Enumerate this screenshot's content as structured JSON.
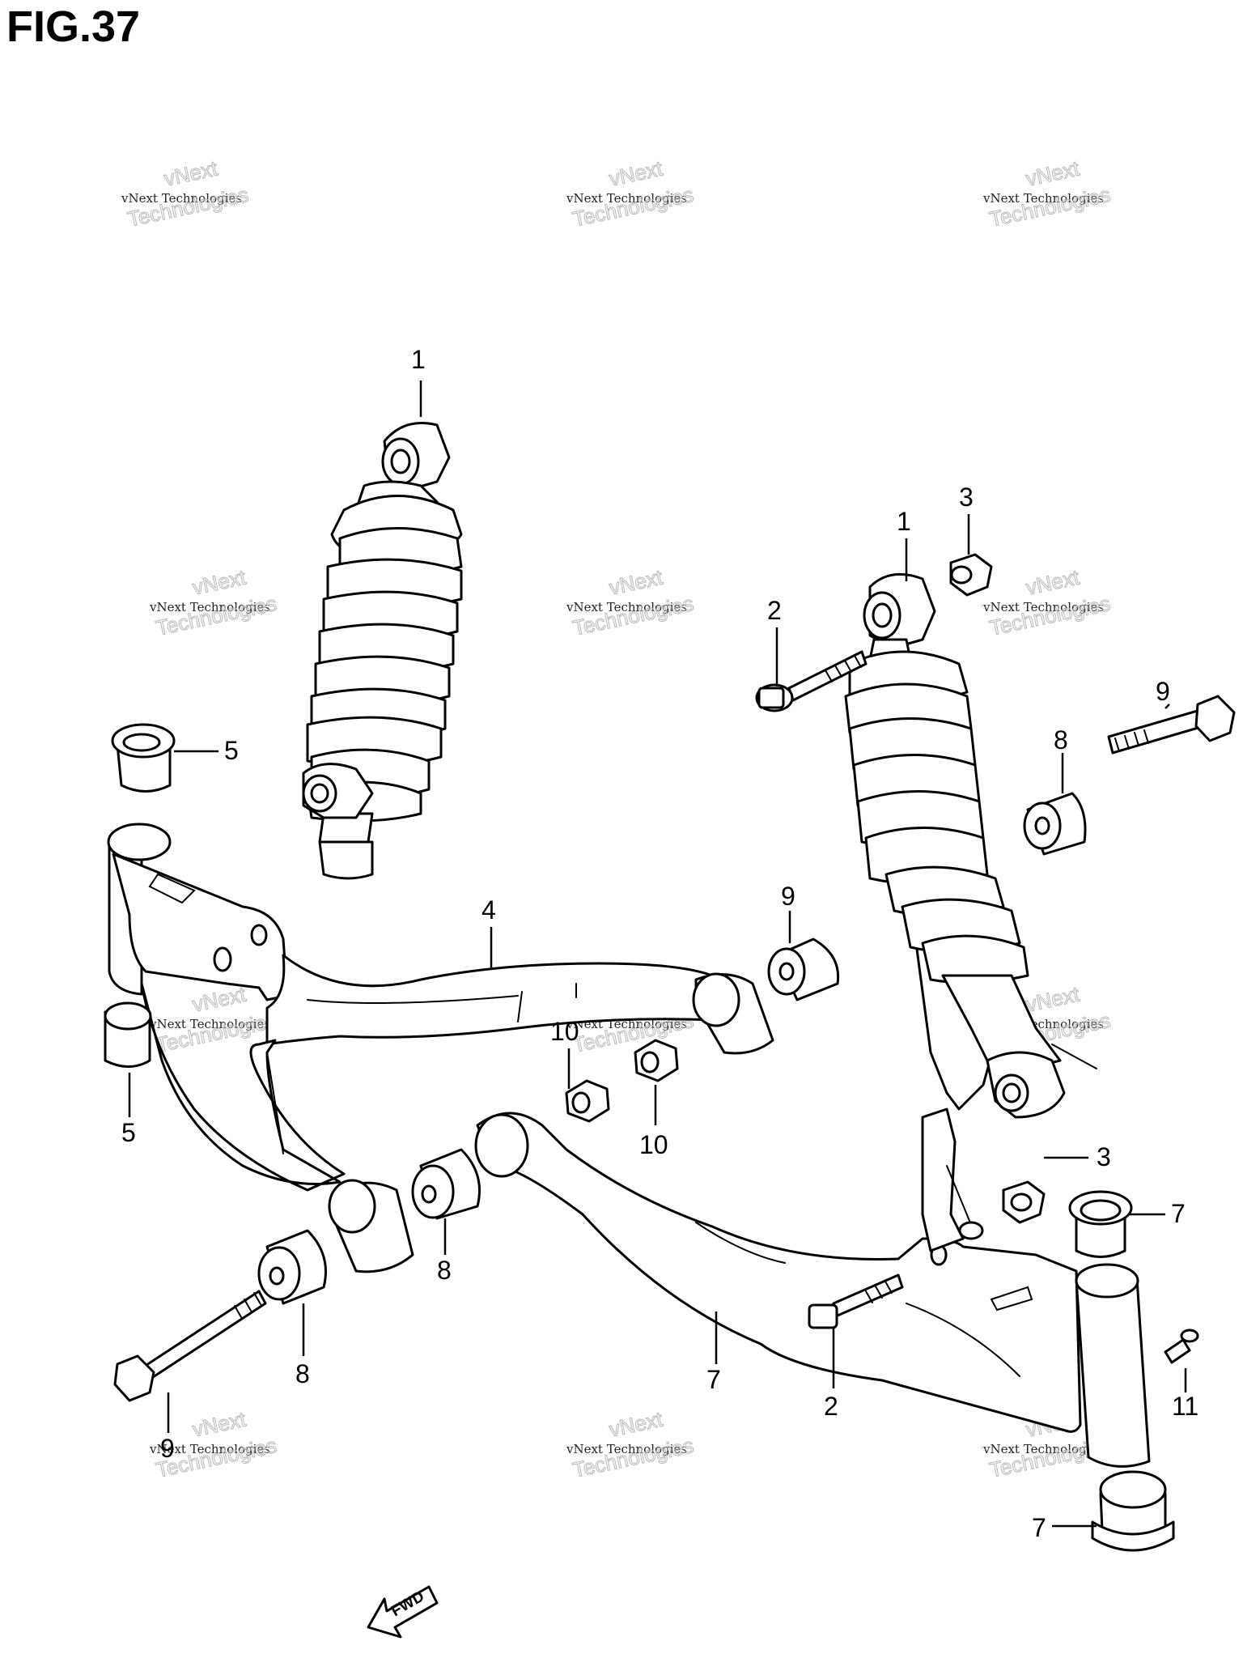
{
  "figure": {
    "title": "FIG.37"
  },
  "watermark": {
    "line1": "vNext Technologies",
    "line2": "vNext",
    "line3": "Technologies"
  },
  "fwd_label": "FWD",
  "callouts": [
    {
      "id": "c1a",
      "label": "1"
    },
    {
      "id": "c1b",
      "label": "1"
    },
    {
      "id": "c3a",
      "label": "3"
    },
    {
      "id": "c2a",
      "label": "2"
    },
    {
      "id": "c9a",
      "label": "9"
    },
    {
      "id": "c8a",
      "label": "8"
    },
    {
      "id": "c5a",
      "label": "5"
    },
    {
      "id": "c4",
      "label": "4"
    },
    {
      "id": "c9b",
      "label": "9"
    },
    {
      "id": "c10a",
      "label": "10"
    },
    {
      "id": "c5b",
      "label": "5"
    },
    {
      "id": "c10b",
      "label": "10"
    },
    {
      "id": "c3b",
      "label": "3"
    },
    {
      "id": "c7a",
      "label": "7"
    },
    {
      "id": "c8b",
      "label": "8"
    },
    {
      "id": "c8c",
      "label": "8"
    },
    {
      "id": "c7b",
      "label": "7"
    },
    {
      "id": "c2b",
      "label": "2"
    },
    {
      "id": "c11",
      "label": "11"
    },
    {
      "id": "c9c",
      "label": "9"
    },
    {
      "id": "c7c",
      "label": "7"
    }
  ]
}
